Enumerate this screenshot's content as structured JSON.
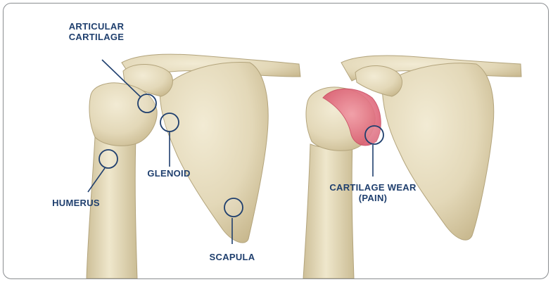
{
  "labels": {
    "articular_cartilage_line1": "ARTICULAR",
    "articular_cartilage_line2": "CARTILAGE",
    "glenoid": "GLENOID",
    "humerus": "HUMERUS",
    "scapula": "SCAPULA",
    "cartilage_wear_line1": "CARTILAGE WEAR",
    "cartilage_wear_line2": "(PAIN)"
  },
  "colors": {
    "label_text": "#1f3f6e",
    "callout": "#1f3f6e",
    "bone": "#e6dcc0",
    "bone_shadow": "#c9bb95",
    "inflamed_cartilage": "#e27a8a",
    "frame_border": "#8a8d90"
  }
}
